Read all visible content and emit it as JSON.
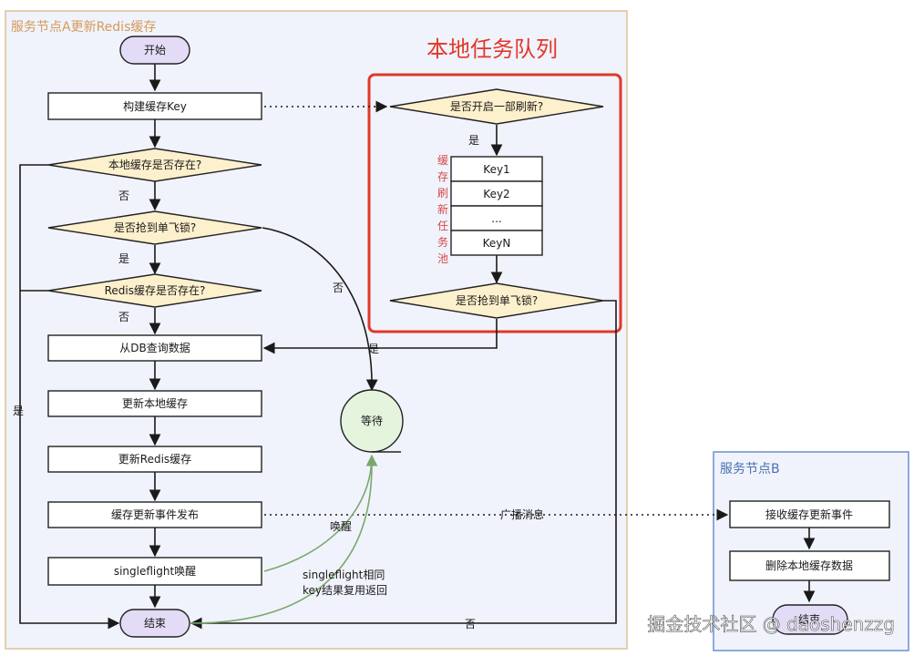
{
  "groups": {
    "node_a_title": "服务节点A更新Redis缓存",
    "queue_title": "本地任务队列",
    "node_b_title": "服务节点B"
  },
  "nodes": {
    "start": "开始",
    "build_key": "构建缓存Key",
    "local_exists": "本地缓存是否存在?",
    "got_lock": "是否抢到单飞锁?",
    "redis_exists": "Redis缓存是否存在?",
    "query_db": "从DB查询数据",
    "update_local": "更新本地缓存",
    "update_redis": "更新Redis缓存",
    "publish": "缓存更新事件发布",
    "wakeup": "singleflight唤醒",
    "end": "结束",
    "wait": "等待",
    "refresh_enabled": "是否开启一部刷新?",
    "pool_label": "缓存刷新任务池",
    "pool_items": [
      "Key1",
      "Key2",
      "...",
      "KeyN"
    ],
    "queue_got_lock": "是否抢到单飞锁?",
    "receive_event": "接收缓存更新事件",
    "delete_local": "删除本地缓存数据",
    "end_b": "结束"
  },
  "labels": {
    "no": "否",
    "yes": "是",
    "broadcast": "广播消息",
    "wake": "唤醒",
    "reuse_line1": "singleflight相同",
    "reuse_line2": "key结果复用返回"
  },
  "watermark": "掘金技术社区 @ daoshenzzg",
  "colors": {
    "group_a_border": "#dcc290",
    "group_a_bg": "#f0f3fb",
    "group_a_title": "#d59a5a",
    "queue_border": "#e2372a",
    "queue_title": "#e2372a",
    "pool_label": "#d54a4a",
    "group_b_border": "#6a8fd4",
    "group_b_title": "#4a6fb5",
    "decision": "#fdf0cc",
    "terminal": "#e4dcf7",
    "wait": "#e4f4dd",
    "green_line": "#7aa86b"
  }
}
